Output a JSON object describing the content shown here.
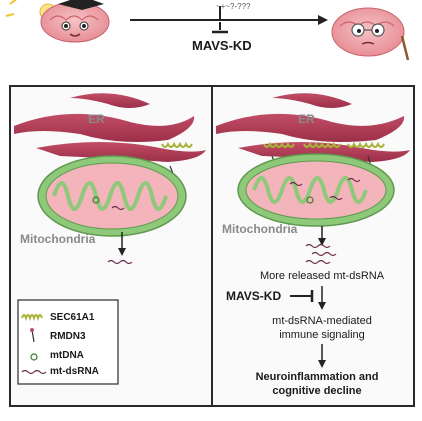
{
  "top": {
    "knockdown_label": "MAVS-KD",
    "confused_glyphs": "~+~?-???"
  },
  "left_panel": {
    "er_label": "ER",
    "mito_label": "Mitochondria"
  },
  "right_panel": {
    "er_label": "ER",
    "mito_label": "Mitochondria",
    "step1": "More released mt-dsRNA",
    "knockdown_label": "MAVS-KD",
    "step2_line1": "mt-dsRNA-mediated",
    "step2_line2": "immune signaling",
    "outcome_line1": "Neuroinflammation and",
    "outcome_line2": "cognitive decline"
  },
  "legend": {
    "items": [
      {
        "label": "SEC61A1",
        "icon": "sec61a1-coil-icon"
      },
      {
        "label": "RMDN3",
        "icon": "rmdn3-pin-icon"
      },
      {
        "label": "mtDNA",
        "icon": "mtdna-ring-icon"
      },
      {
        "label": "mt-dsRNA",
        "icon": "mt-dsrna-squiggle-icon"
      }
    ]
  },
  "colors": {
    "er": "#b3405a",
    "mito_outer": "#8ec97a",
    "mito_inner": "#f3b4bb",
    "brain": "#f0a0a5",
    "frame": "#2a2a2a"
  }
}
